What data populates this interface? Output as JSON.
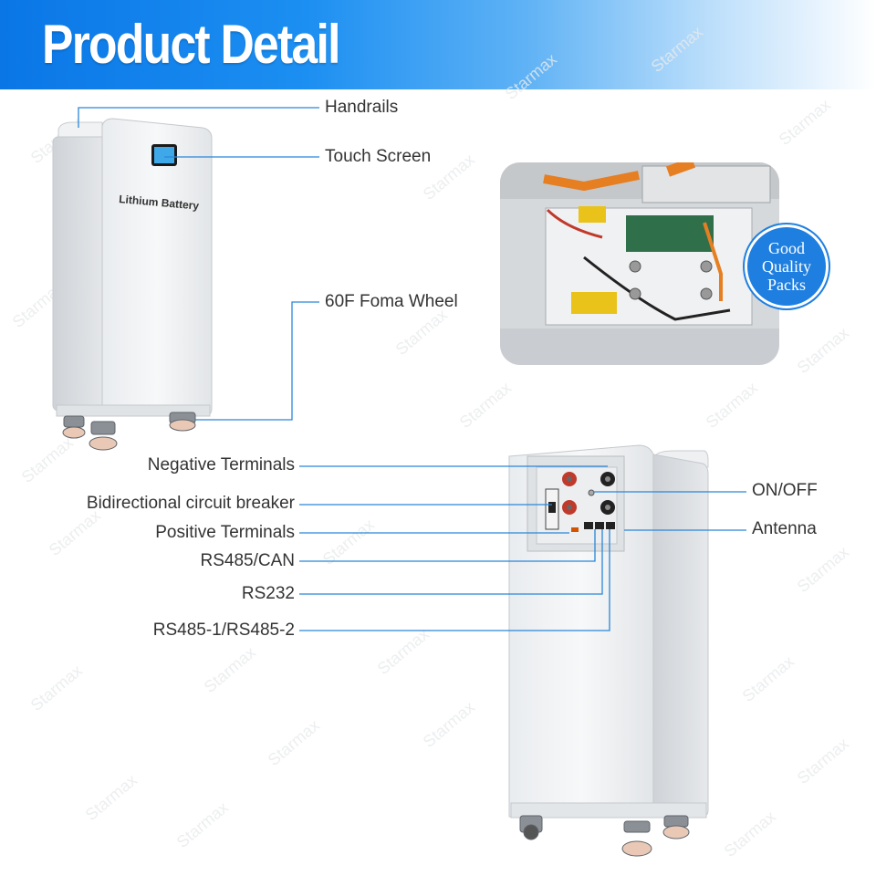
{
  "header": {
    "title": "Product Detail"
  },
  "callouts": {
    "handrails": "Handrails",
    "touch_screen": "Touch Screen",
    "foma_wheel": "60F Foma Wheel",
    "negative_terminals": "Negative Terminals",
    "circuit_breaker": "Bidirectional circuit breaker",
    "positive_terminals": "Positive Terminals",
    "rs485_can": "RS485/CAN",
    "rs232": "RS232",
    "rs485_pair": "RS485-1/RS485-2",
    "on_off": "ON/OFF",
    "antenna": "Antenna"
  },
  "battery_front": {
    "brand_label": "Lithium Battery"
  },
  "badge": {
    "line1": "Good",
    "line2": "Quality",
    "line3": "Packs"
  },
  "watermark": {
    "text": "Starmax"
  },
  "colors": {
    "banner": "#0a76e6",
    "callout_line": "#2a86d8",
    "badge": "#1f7fe0"
  }
}
